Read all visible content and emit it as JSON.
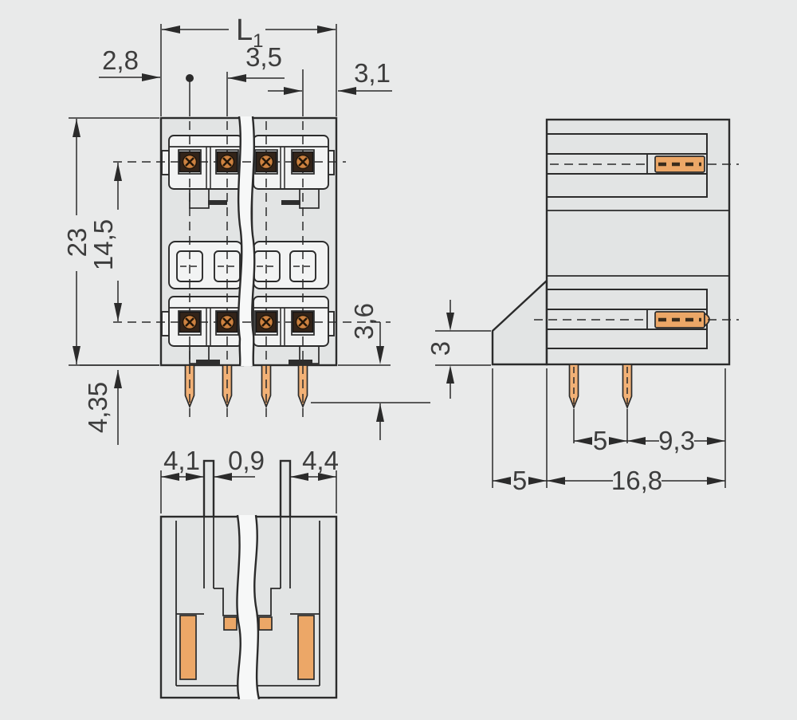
{
  "drawing_type": "connector-dimensional-drawing",
  "colors": {
    "background": "#e9eaea",
    "line": "#2b2b2b",
    "body": "#e2e4e4",
    "inner": "#f2f3f3",
    "band": "#f7f8f8",
    "contact": "#eca767",
    "pin": "#f2b176",
    "screw_body": "#332419",
    "screw_head": "#cd8240",
    "text": "#3d3d3d"
  },
  "dims": {
    "front": {
      "total_main": "L",
      "total_sub": "1",
      "edge_to_pin": "2,8",
      "pitch": "3,5",
      "pin_to_edge": "3,1",
      "height": "23",
      "row_spacing": "14,5",
      "lower_edge": "3,6",
      "pin_length": "4,35"
    },
    "side": {
      "flange_thickness": "3",
      "pin_spacing": "5",
      "pin_to_edge": "9,3",
      "flange_width": "5",
      "depth": "16,8"
    },
    "bottom": {
      "left_section": "4,1",
      "slot_width": "0,9",
      "right_section": "4,4"
    }
  }
}
